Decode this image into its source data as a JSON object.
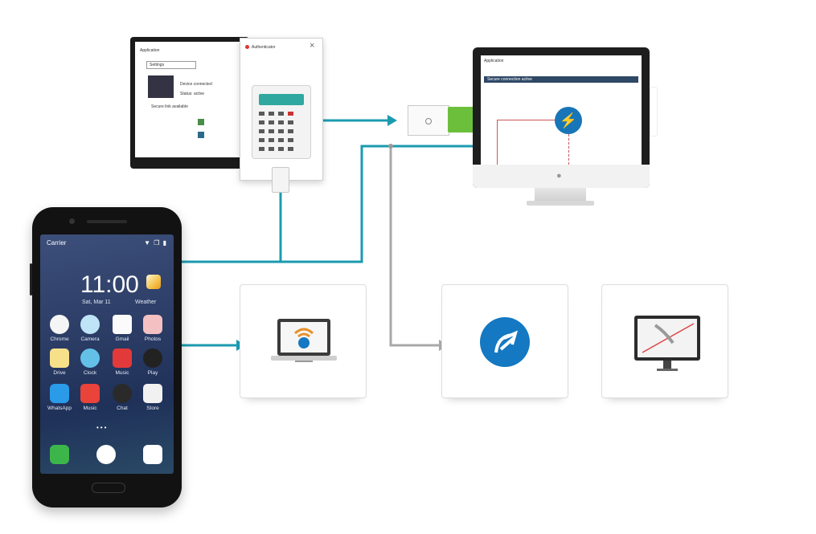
{
  "phone": {
    "carrier": "Carrier",
    "status_icons": "▼ ❐ ▮",
    "time": "11:00",
    "date": "Sat, Mar 11",
    "weather_label": "Weather",
    "apps_row1": [
      "Chrome",
      "Camera",
      "Gmail",
      "Photos"
    ],
    "apps_row2": [
      "Drive",
      "Clock",
      "Music",
      "Play"
    ],
    "apps_row3": [
      "WhatsApp",
      "Music",
      "Chat",
      "Store"
    ],
    "page_dots": "•••"
  },
  "laptop_window": {
    "title": "Application",
    "tab": "Settings",
    "rows": [
      "Device connected",
      "Status: active",
      "Secure link available"
    ]
  },
  "keypad_window": {
    "title": "Authenticator",
    "close": "×"
  },
  "monitor": {
    "app_title": "Application",
    "toolbar_label": "Secure connection active"
  },
  "colors": {
    "connector": "#1b9bb0",
    "secondary_connector": "#a8a8a8",
    "icon_blue": "#1478c2",
    "usb_green": "#6cbf3a"
  }
}
